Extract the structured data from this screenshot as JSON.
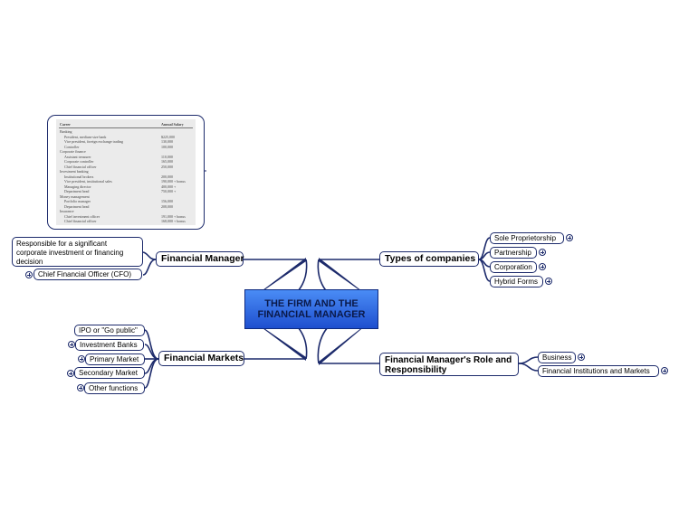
{
  "center": {
    "title": "THE FIRM AND THE\nFINANCIAL MANAGER"
  },
  "branches": {
    "financial_manager": {
      "label": "Financial Manager",
      "children": {
        "responsible": "Responsible for a significant corporate investment or financing decision",
        "cfo": "Chief Financial Officer (CFO)"
      }
    },
    "financial_markets": {
      "label": "Financial Markets",
      "children": {
        "ipo": "IPO or \"Go public\"",
        "investment_banks": "Investment Banks",
        "primary_market": "Primary Market",
        "secondary_market": "Secondary Market",
        "other_functions": "Other functions"
      }
    },
    "types_of_companies": {
      "label": "Types of companies",
      "children": {
        "sole_proprietorship": "Sole Proprietorship",
        "partnership": "Partnership",
        "corporation": "Corporation",
        "hybrid_forms": "Hybrid Forms"
      }
    },
    "role": {
      "label": "Financial Manager's Role and Responsibility",
      "children": {
        "business": "Business",
        "institutions": "Financial Institutions and Markets"
      }
    }
  },
  "salary_table": {
    "header": [
      "Career",
      "Annual Salary"
    ],
    "rows": [
      [
        "Banking",
        ""
      ],
      [
        "  President, medium-size bank",
        "$225,000"
      ],
      [
        "  Vice president, foreign exchange trading",
        "130,000"
      ],
      [
        "  Controller",
        "100,000"
      ],
      [
        "Corporate finance",
        ""
      ],
      [
        "  Assistant treasurer",
        "110,000"
      ],
      [
        "  Corporate controller",
        "165,000"
      ],
      [
        "  Chief financial officer",
        "250,000"
      ],
      [
        "Investment banking",
        ""
      ],
      [
        "  Institutional brokers",
        "200,000"
      ],
      [
        "  Vice president, institutional sales",
        "190,000 + bonus"
      ],
      [
        "  Managing director",
        "400,000 +"
      ],
      [
        "  Department head",
        "750,000 +"
      ],
      [
        "Money management",
        ""
      ],
      [
        "  Portfolio manager",
        "156,000"
      ],
      [
        "  Department head",
        "208,000"
      ],
      [
        "Insurance",
        ""
      ],
      [
        "  Chief investment officer",
        "191,000 + bonus"
      ],
      [
        "  Chief financial officer",
        "168,000 + bonus"
      ]
    ]
  },
  "colors": {
    "line": "#1c2a6b",
    "center_top": "#4a8cf5",
    "center_bottom": "#1e4fcf"
  }
}
